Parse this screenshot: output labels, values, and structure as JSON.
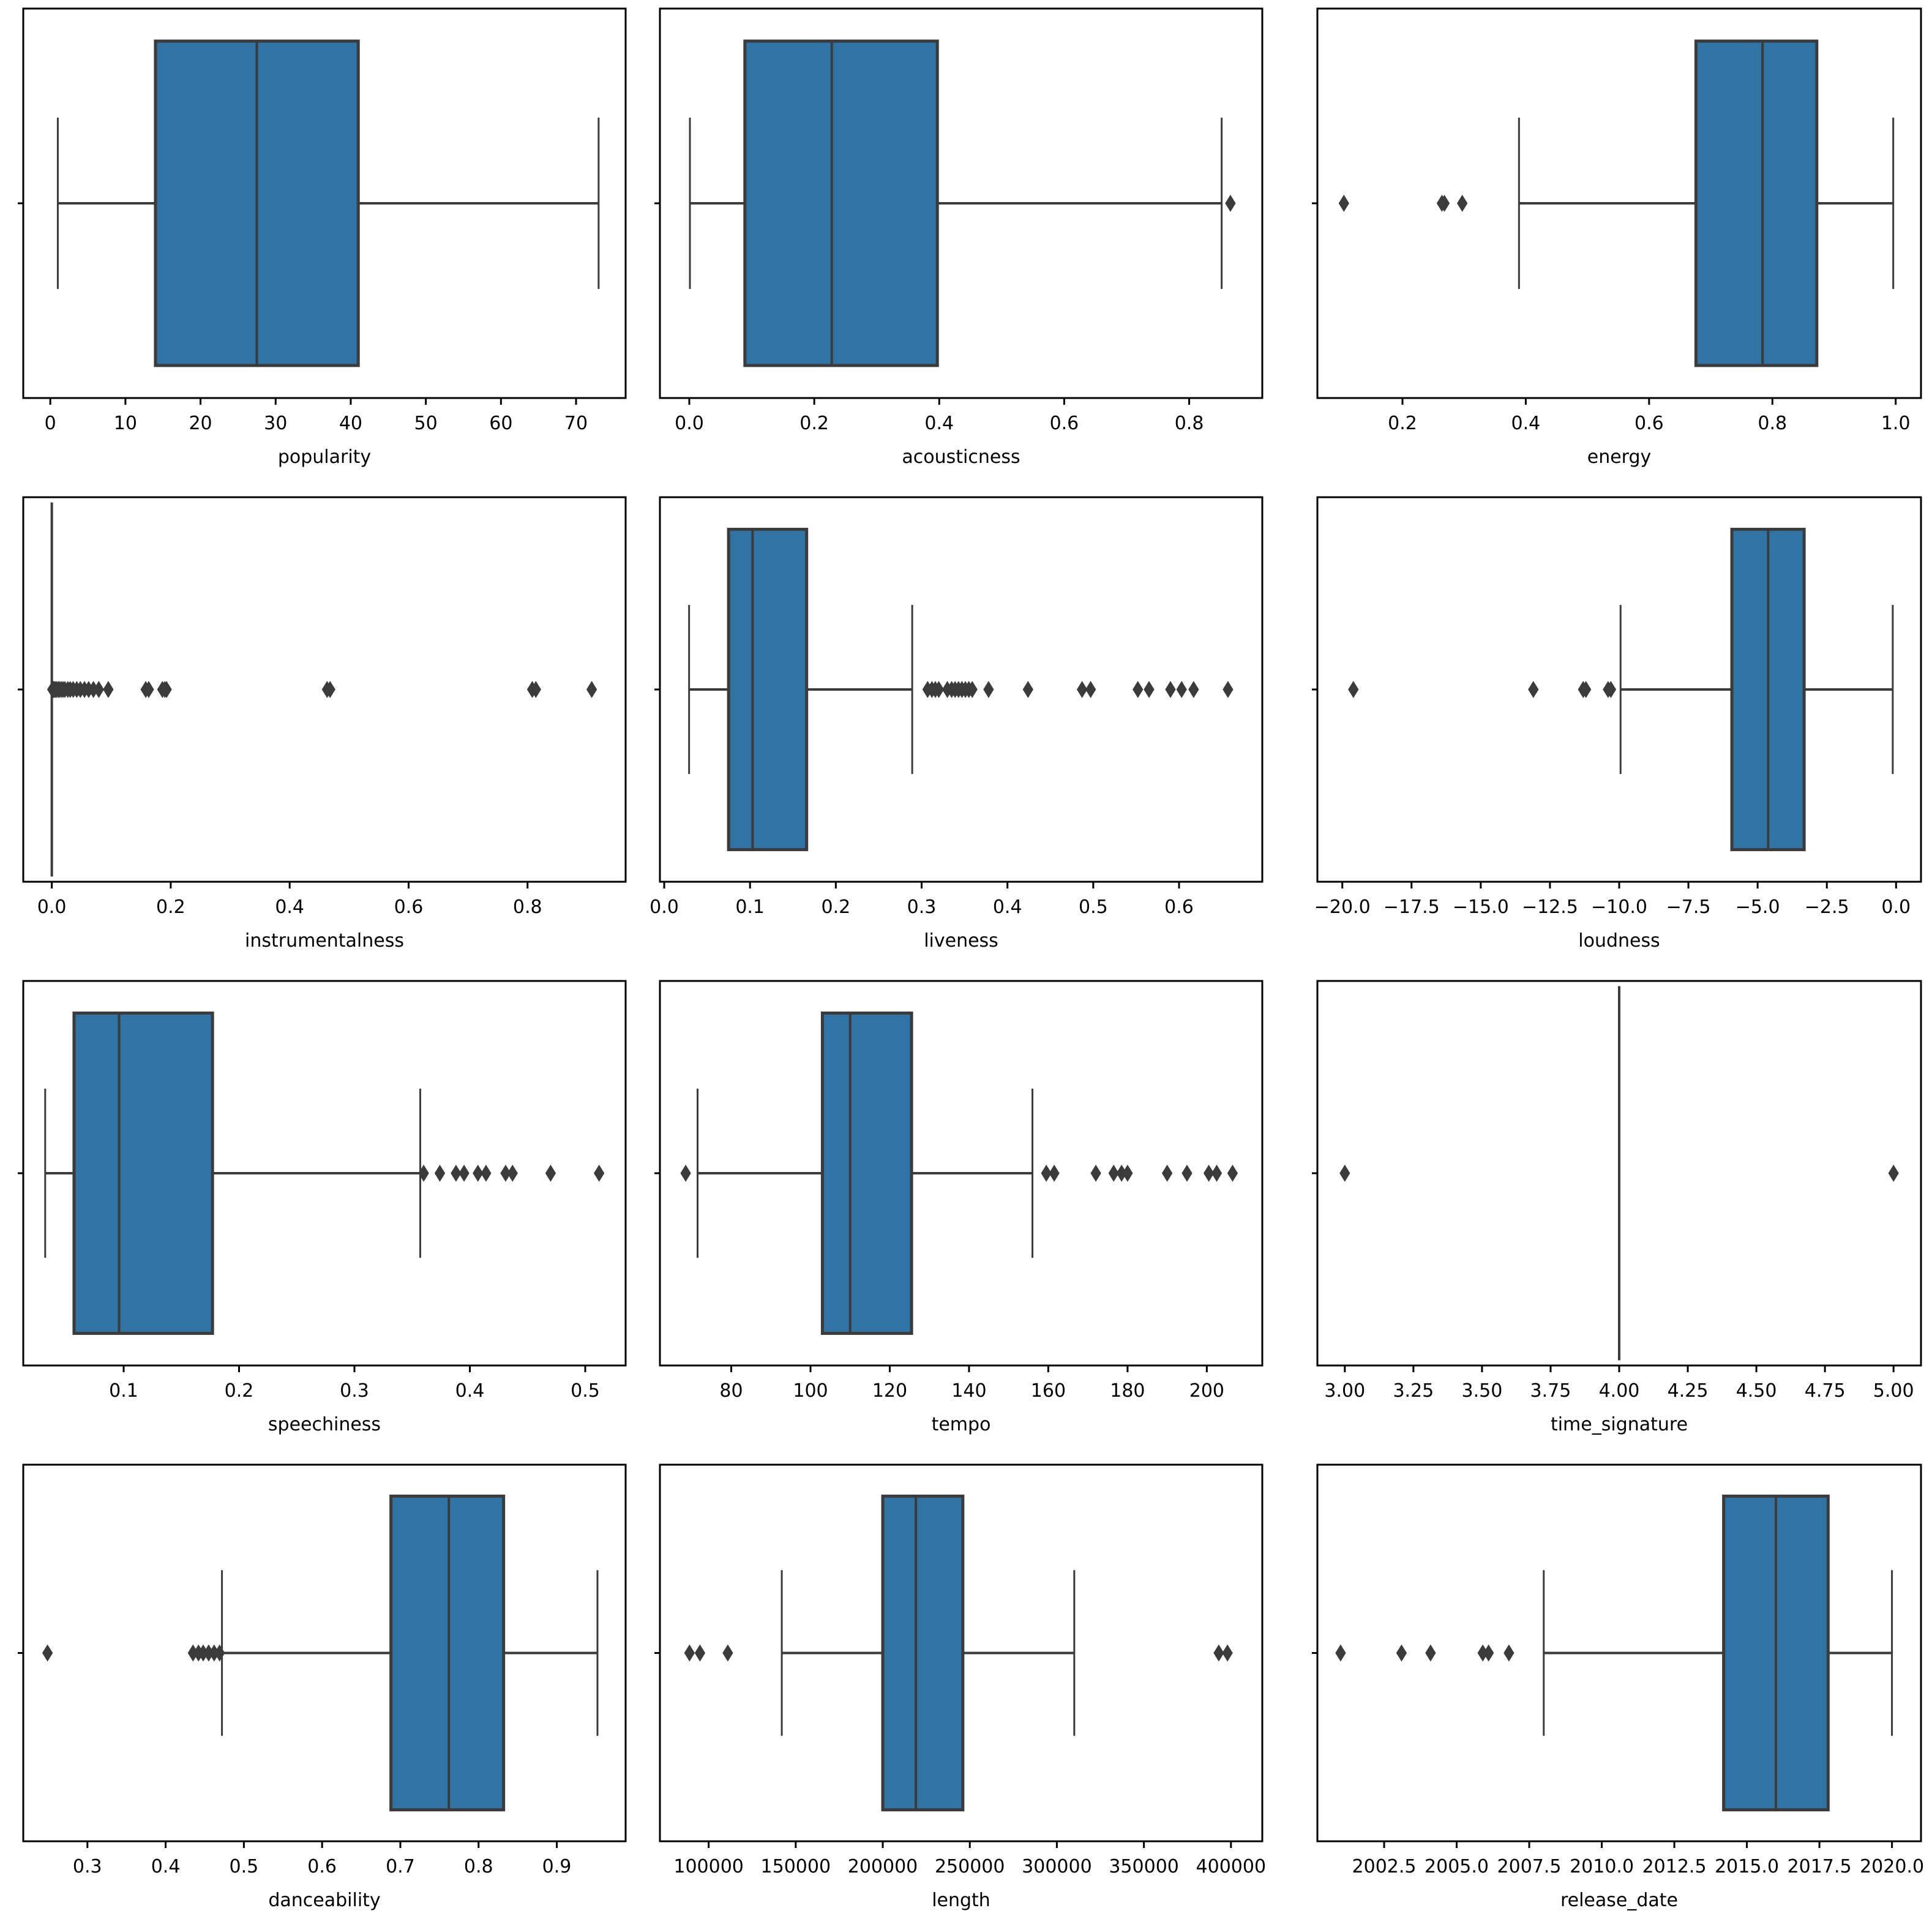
{
  "figure": {
    "type": "boxplot-grid",
    "rows": 4,
    "cols": 3,
    "orientation": "horizontal",
    "box_fill_color": "#2f74a4",
    "line_color": "#3b3b3b",
    "axis_color": "#000000",
    "flier_color": "#3b3b3b",
    "background": "#ffffff"
  },
  "chart_data": [
    {
      "type": "box",
      "index": 0,
      "xlabel": "popularity",
      "ylabel": "",
      "title": "",
      "grid": false,
      "legend": null,
      "xlim": [
        -3.6,
        76.6
      ],
      "ticks": [
        0,
        10,
        20,
        30,
        40,
        50,
        60,
        70
      ],
      "ticklabels": [
        "0",
        "10",
        "20",
        "30",
        "40",
        "50",
        "60",
        "70"
      ],
      "stats": {
        "whisker_low": 1.0,
        "q1": 14.0,
        "median": 27.5,
        "q3": 41.0,
        "whisker_high": 73.0
      },
      "outliers": []
    },
    {
      "type": "box",
      "index": 1,
      "xlabel": "acousticness",
      "ylabel": "",
      "title": "",
      "grid": false,
      "legend": null,
      "xlim": [
        -0.047,
        0.917
      ],
      "ticks": [
        0.0,
        0.2,
        0.4,
        0.6,
        0.8
      ],
      "ticklabels": [
        "0.0",
        "0.2",
        "0.4",
        "0.6",
        "0.8"
      ],
      "stats": {
        "whisker_low": 0.001,
        "q1": 0.089,
        "median": 0.228,
        "q3": 0.397,
        "whisker_high": 0.852
      },
      "outliers": [
        0.866
      ]
    },
    {
      "type": "box",
      "index": 2,
      "xlabel": "energy",
      "ylabel": "",
      "title": "",
      "grid": false,
      "legend": null,
      "xlim": [
        0.062,
        1.041
      ],
      "ticks": [
        0.2,
        0.4,
        0.6,
        0.8,
        1.0
      ],
      "ticklabels": [
        "0.2",
        "0.4",
        "0.6",
        "0.8",
        "1.0"
      ],
      "stats": {
        "whisker_low": 0.389,
        "q1": 0.676,
        "median": 0.784,
        "q3": 0.872,
        "whisker_high": 0.996
      },
      "outliers": [
        0.105,
        0.264,
        0.268,
        0.297
      ]
    },
    {
      "type": "box",
      "index": 3,
      "xlabel": "instrumentalness",
      "ylabel": "",
      "title": "",
      "grid": false,
      "legend": null,
      "xlim": [
        -0.048,
        0.965
      ],
      "ticks": [
        0.0,
        0.2,
        0.4,
        0.6,
        0.8
      ],
      "ticklabels": [
        "0.0",
        "0.2",
        "0.4",
        "0.6",
        "0.8"
      ],
      "stats": {
        "whisker_low": 0.0,
        "q1": 0.0,
        "median": 0.0,
        "q3": 0.0,
        "whisker_high": 0.0
      },
      "outliers": [
        0.001,
        0.002,
        0.003,
        0.004,
        0.006,
        0.008,
        0.011,
        0.013,
        0.016,
        0.019,
        0.022,
        0.027,
        0.031,
        0.036,
        0.042,
        0.048,
        0.055,
        0.062,
        0.07,
        0.079,
        0.095,
        0.158,
        0.163,
        0.186,
        0.19,
        0.193,
        0.463,
        0.468,
        0.808,
        0.814,
        0.908
      ]
    },
    {
      "type": "box",
      "index": 4,
      "xlabel": "liveness",
      "ylabel": "",
      "title": "",
      "grid": false,
      "legend": null,
      "xlim": [
        -0.005,
        0.697
      ],
      "ticks": [
        0.0,
        0.1,
        0.2,
        0.3,
        0.4,
        0.5,
        0.6
      ],
      "ticklabels": [
        "0.0",
        "0.1",
        "0.2",
        "0.3",
        "0.4",
        "0.5",
        "0.6"
      ],
      "stats": {
        "whisker_low": 0.029,
        "q1": 0.075,
        "median": 0.103,
        "q3": 0.166,
        "whisker_high": 0.289
      },
      "outliers": [
        0.307,
        0.312,
        0.316,
        0.32,
        0.33,
        0.335,
        0.339,
        0.343,
        0.347,
        0.351,
        0.355,
        0.359,
        0.378,
        0.424,
        0.487,
        0.497,
        0.552,
        0.565,
        0.59,
        0.603,
        0.617,
        0.657
      ]
    },
    {
      "type": "box",
      "index": 5,
      "xlabel": "loudness",
      "ylabel": "",
      "title": "",
      "grid": false,
      "legend": null,
      "xlim": [
        -20.9,
        0.9
      ],
      "ticks": [
        -20.0,
        -17.5,
        -15.0,
        -12.5,
        -10.0,
        -7.5,
        -5.0,
        -2.5,
        0.0
      ],
      "ticklabels": [
        "−20.0",
        "−17.5",
        "−15.0",
        "−12.5",
        "−10.0",
        "−7.5",
        "−5.0",
        "−2.5",
        "0.0"
      ],
      "stats": {
        "whisker_low": -9.95,
        "q1": -5.93,
        "median": -4.62,
        "q3": -3.32,
        "whisker_high": -0.12
      },
      "outliers": [
        -19.6,
        -13.1,
        -11.3,
        -11.2,
        -10.4,
        -10.3
      ]
    },
    {
      "type": "box",
      "index": 6,
      "xlabel": "speechiness",
      "ylabel": "",
      "title": "",
      "grid": false,
      "legend": null,
      "xlim": [
        0.013,
        0.535
      ],
      "ticks": [
        0.1,
        0.2,
        0.3,
        0.4,
        0.5
      ],
      "ticklabels": [
        "0.1",
        "0.2",
        "0.3",
        "0.4",
        "0.5"
      ],
      "stats": {
        "whisker_low": 0.032,
        "q1": 0.057,
        "median": 0.096,
        "q3": 0.177,
        "whisker_high": 0.357
      },
      "outliers": [
        0.36,
        0.374,
        0.388,
        0.395,
        0.407,
        0.414,
        0.431,
        0.437,
        0.47,
        0.512
      ]
    },
    {
      "type": "box",
      "index": 7,
      "xlabel": "tempo",
      "ylabel": "",
      "title": "",
      "grid": false,
      "legend": null,
      "xlim": [
        62.0,
        214.0
      ],
      "ticks": [
        80,
        100,
        120,
        140,
        160,
        180,
        200
      ],
      "ticklabels": [
        "80",
        "100",
        "120",
        "140",
        "160",
        "180",
        "200"
      ],
      "stats": {
        "whisker_low": 71.5,
        "q1": 103.0,
        "median": 110.0,
        "q3": 125.5,
        "whisker_high": 156.0
      },
      "outliers": [
        68.5,
        159.5,
        161.5,
        172.0,
        176.5,
        178.5,
        180.0,
        190.0,
        195.0,
        200.5,
        202.5,
        206.5
      ]
    },
    {
      "type": "box",
      "index": 8,
      "xlabel": "time_signature",
      "ylabel": "",
      "title": "",
      "grid": false,
      "legend": null,
      "xlim": [
        2.9,
        5.1
      ],
      "ticks": [
        3.0,
        3.25,
        3.5,
        3.75,
        4.0,
        4.25,
        4.5,
        4.75,
        5.0
      ],
      "ticklabels": [
        "3.00",
        "3.25",
        "3.50",
        "3.75",
        "4.00",
        "4.25",
        "4.50",
        "4.75",
        "5.00"
      ],
      "stats": {
        "whisker_low": 4.0,
        "q1": 4.0,
        "median": 4.0,
        "q3": 4.0,
        "whisker_high": 4.0
      },
      "outliers": [
        3.0,
        5.0
      ]
    },
    {
      "type": "box",
      "index": 9,
      "xlabel": "danceability",
      "ylabel": "",
      "title": "",
      "grid": false,
      "legend": null,
      "xlim": [
        0.218,
        0.988
      ],
      "ticks": [
        0.3,
        0.4,
        0.5,
        0.6,
        0.7,
        0.8,
        0.9
      ],
      "ticklabels": [
        "0.3",
        "0.4",
        "0.5",
        "0.6",
        "0.7",
        "0.8",
        "0.9"
      ],
      "stats": {
        "whisker_low": 0.472,
        "q1": 0.688,
        "median": 0.762,
        "q3": 0.832,
        "whisker_high": 0.952
      },
      "outliers": [
        0.249,
        0.435,
        0.442,
        0.448,
        0.455,
        0.462,
        0.469
      ]
    },
    {
      "type": "box",
      "index": 10,
      "xlabel": "length",
      "ylabel": "",
      "title": "",
      "grid": false,
      "legend": null,
      "xlim": [
        72000,
        418000
      ],
      "ticks": [
        100000,
        150000,
        200000,
        250000,
        300000,
        350000,
        400000
      ],
      "ticklabels": [
        "100000",
        "150000",
        "200000",
        "250000",
        "300000",
        "350000",
        "400000"
      ],
      "stats": {
        "whisker_low": 142000,
        "q1": 200000,
        "median": 219000,
        "q3": 246000,
        "whisker_high": 310000
      },
      "outliers": [
        89000,
        95000,
        111000,
        393000,
        398000
      ]
    },
    {
      "type": "box",
      "index": 11,
      "xlabel": "release_date",
      "ylabel": "",
      "title": "",
      "grid": false,
      "legend": null,
      "xlim": [
        2000.2,
        2021.0
      ],
      "ticks": [
        2002.5,
        2005.0,
        2007.5,
        2010.0,
        2012.5,
        2015.0,
        2017.5,
        2020.0
      ],
      "ticklabels": [
        "2002.5",
        "2005.0",
        "2007.5",
        "2010.0",
        "2012.5",
        "2015.0",
        "2017.5",
        "2020.0"
      ],
      "stats": {
        "whisker_low": 2008.0,
        "q1": 2014.2,
        "median": 2016.0,
        "q3": 2017.8,
        "whisker_high": 2020.0
      },
      "outliers": [
        2001.0,
        2003.1,
        2004.1,
        2005.9,
        2006.1,
        2006.8
      ]
    }
  ]
}
